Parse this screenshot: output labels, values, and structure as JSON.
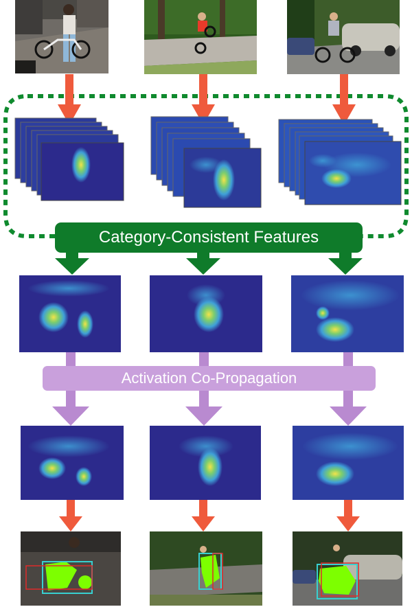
{
  "labels": {
    "features": "Category-Consistent Features",
    "propagation": "Activation Co-Propagation"
  },
  "colors": {
    "red_arrow": "#ef5a3c",
    "green": "#0f7b2a",
    "green_dash": "#0f8a2e",
    "purple": "#c9a0dc",
    "purple_arrow": "#b98ad0",
    "heatmap_low": "#2c2a8c",
    "heatmap_mid": "#3fa0d8",
    "heatmap_high": "#f2e34a",
    "segmentation": "#7dff00",
    "box_cyan": "#38d0d0",
    "box_red": "#e02a2a"
  },
  "columns": [
    {
      "scene": "standing man holding bicycle",
      "icon": "photo-icon"
    },
    {
      "scene": "cyclist doing a wheelie",
      "icon": "photo-icon"
    },
    {
      "scene": "cyclist riding past cars",
      "icon": "photo-icon"
    }
  ]
}
